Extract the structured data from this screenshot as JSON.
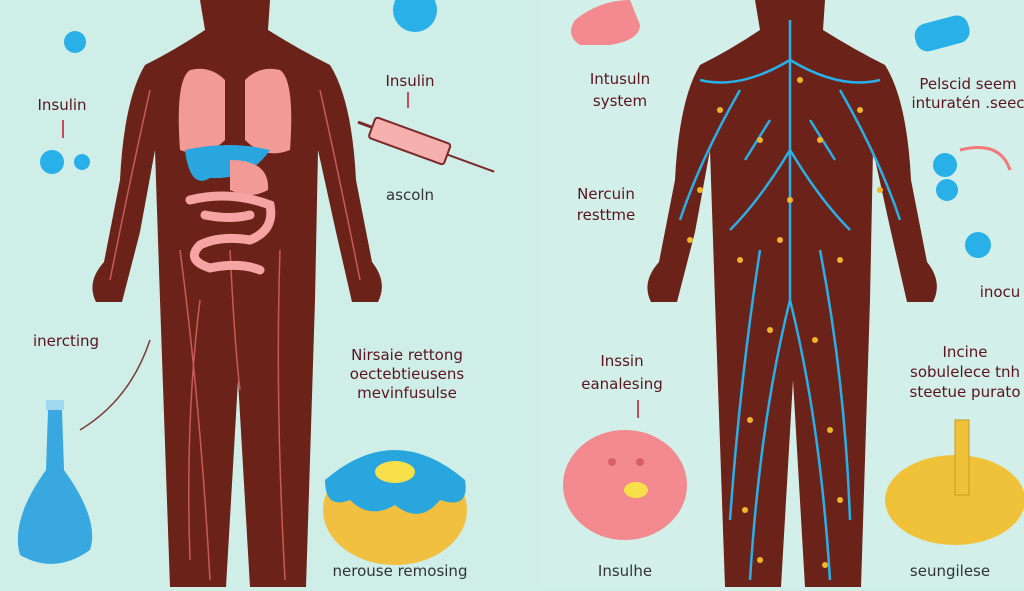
{
  "colors": {
    "background": "#cfeee7",
    "body": "#6b2218",
    "organs_pink": "#f29a95",
    "liver_blue": "#2aa6df",
    "veins_blue": "#2ab0e8",
    "nodes_yellow": "#f3b62a",
    "label_text": "#5a1420"
  },
  "left_panel": {
    "labels": {
      "insulin_left": "Insulin",
      "insulin_top": "Insulin",
      "ascoln": "ascoln",
      "inercting": "inercting",
      "center_line1": "Nirsaie rettong",
      "center_line2": "oectebtieusens",
      "center_line3": "mevinfusulse",
      "bottom": "nerouse remosing"
    },
    "icons": [
      "molecule-icon",
      "syringe-icon",
      "flask-icon",
      "donut-icon"
    ]
  },
  "right_panel": {
    "labels": {
      "top_line1": "Intusuln",
      "top_line2": "system",
      "mid_line1": "Nercuin",
      "mid_line2": "resttme",
      "topright_line1": "Pelscid seem",
      "topright_line2": "inturatén .seec",
      "inocu": "inocu",
      "lower_line1": "Inssin",
      "lower_line2": "eanalesing",
      "right_line1": "Incine",
      "right_line2": "sobulelece tnh",
      "right_line3": "steetue purato",
      "bottom_left": "Insulhe",
      "bottom_right": "seungilese"
    },
    "icons": [
      "shoe-icon",
      "capsule-icon",
      "molecule-icon",
      "cell-icon",
      "pad-icon"
    ]
  }
}
